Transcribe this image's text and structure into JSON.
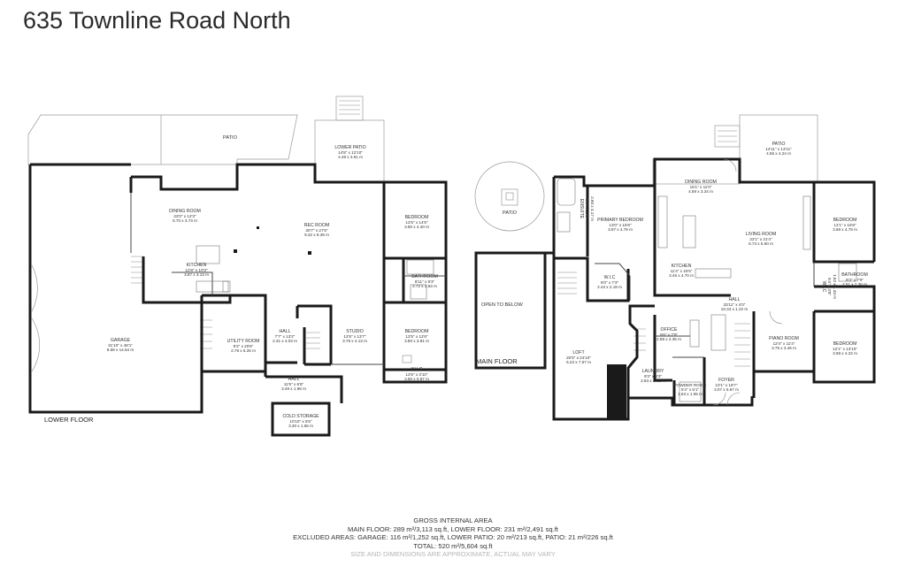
{
  "title": "635 Townline Road North",
  "lower_floor": {
    "label": "LOWER FLOOR",
    "rooms": [
      {
        "name": "DINING ROOM",
        "dims": "22'0\" x 12'3\"",
        "metric": "6.70 x 3.73 m"
      },
      {
        "name": "REC ROOM",
        "dims": "30'7\" x 27'6\"",
        "metric": "9.32 x 8.39 m"
      },
      {
        "name": "LOWER PATIO",
        "dims": "14'8\" x 12'10\"",
        "metric": "4.48 x 3.91 m"
      },
      {
        "name": "BEDROOM",
        "dims": "12'5\" x 14'5\"",
        "metric": "3.80 x 4.40 m"
      },
      {
        "name": "KITCHEN",
        "dims": "12'8\" x 10'3\"",
        "metric": "3.87 x 3.13 m"
      },
      {
        "name": "BATHROOM",
        "dims": "8'11\" x 9'3\"",
        "metric": "2.72 x 2.83 m"
      },
      {
        "name": "GARAGE",
        "dims": "31'10\" x 48'1\"",
        "metric": "9.69 x 14.64 m"
      },
      {
        "name": "UTILITY ROOM",
        "dims": "9'2\" x 20'6\"",
        "metric": "2.79 x 6.26 m"
      },
      {
        "name": "HALL",
        "dims": "7'7\" x 13'2\"",
        "metric": "2.31 x 4.03 m"
      },
      {
        "name": "STUDIO",
        "dims": "12'5\" x 13'7\"",
        "metric": "3.78 x 4.13 m"
      },
      {
        "name": "BEDROOM",
        "dims": "12'5\" x 12'6\"",
        "metric": "3.80 x 3.81 m"
      },
      {
        "name": "HALL",
        "dims": "11'5\" x 6'6\"",
        "metric": "3.49 x 1.98 m"
      },
      {
        "name": "W.I.C",
        "dims": "12'5\" x 3'10\"",
        "metric": "3.80 x 0.87 m"
      },
      {
        "name": "COLD STORAGE",
        "dims": "10'10\" x 5'5\"",
        "metric": "3.30 x 1.66 m"
      }
    ],
    "other_labels": [
      "PATIO"
    ]
  },
  "main_floor": {
    "label": "MAIN FLOOR",
    "rooms": [
      {
        "name": "PATIO",
        "dims": "14'11\" x 13'11\"",
        "metric": "4.55 x 4.24 m"
      },
      {
        "name": "DINING ROOM",
        "dims": "15'1\" x 11'0\"",
        "metric": "4.59 x 3.34 m"
      },
      {
        "name": "PRIMARY BEDROOM",
        "dims": "13'0\" x 15'8\"",
        "metric": "3.97 x 4.79 m"
      },
      {
        "name": "LIVING ROOM",
        "dims": "22'1\" x 21'4\"",
        "metric": "6.73 x 6.50 m"
      },
      {
        "name": "BEDROOM",
        "dims": "12'1\" x 15'8\"",
        "metric": "3.68 x 4.79 m"
      },
      {
        "name": "ENSUITE",
        "dims": "8'6\" x 13'8\"",
        "metric": "2.60 x 4.17 m"
      },
      {
        "name": "W.I.C",
        "dims": "8'0\" x 7'3\"",
        "metric": "2.43 x 2.18 m"
      },
      {
        "name": "KITCHEN",
        "dims": "11'4\" x 15'5\"",
        "metric": "3.45 x 4.70 m"
      },
      {
        "name": "BATHROOM",
        "dims": "8'3\" x 7'9\"",
        "metric": "2.51 x 2.36 m"
      },
      {
        "name": "W.I.C",
        "dims": "5'4\" x 4'8\"",
        "metric": "1.62 x 1.43 m"
      },
      {
        "name": "HALL",
        "dims": "33'11\" x 4'0\"",
        "metric": "10.34 x 1.22 m"
      },
      {
        "name": "OFFICE",
        "dims": "9'6\" x 7'9\"",
        "metric": "2.88 x 2.35 m"
      },
      {
        "name": "LOFT",
        "dims": "20'5\" x 24'10\"",
        "metric": "6.23 x 7.57 m"
      },
      {
        "name": "PIANO ROOM",
        "dims": "12'4\" x 11'4\"",
        "metric": "3.75 x 3.46 m"
      },
      {
        "name": "BEDROOM",
        "dims": "12'1\" x 13'10\"",
        "metric": "3.68 x 4.22 m"
      },
      {
        "name": "LAUNDRY",
        "dims": "9'3\" x 9'3\"",
        "metric": "2.83 x 2.82 m"
      },
      {
        "name": "POWDER ROOM",
        "dims": "5'4\" x 5'1\"",
        "metric": "1.63 x 1.55 m"
      },
      {
        "name": "FOYER",
        "dims": "10'1\" x 18'7\"",
        "metric": "3.07 x 5.67 m"
      }
    ],
    "other_labels": [
      "PATIO",
      "OPEN TO BELOW"
    ]
  },
  "footer": {
    "heading": "GROSS INTERNAL AREA",
    "line1": "MAIN FLOOR: 289 m²/3,113 sq.ft, LOWER FLOOR: 231 m²/2,491 sq.ft",
    "line2": "EXCLUDED AREAS: GARAGE: 116 m²/1,252 sq.ft, LOWER PATIO: 20 m²/213 sq.ft, PATIO: 21 m²/226 sq.ft",
    "line3": "TOTAL: 520 m²/5,604 sq.ft",
    "note": "SIZE AND DIMENSIONS ARE APPROXIMATE, ACTUAL MAY VARY"
  }
}
